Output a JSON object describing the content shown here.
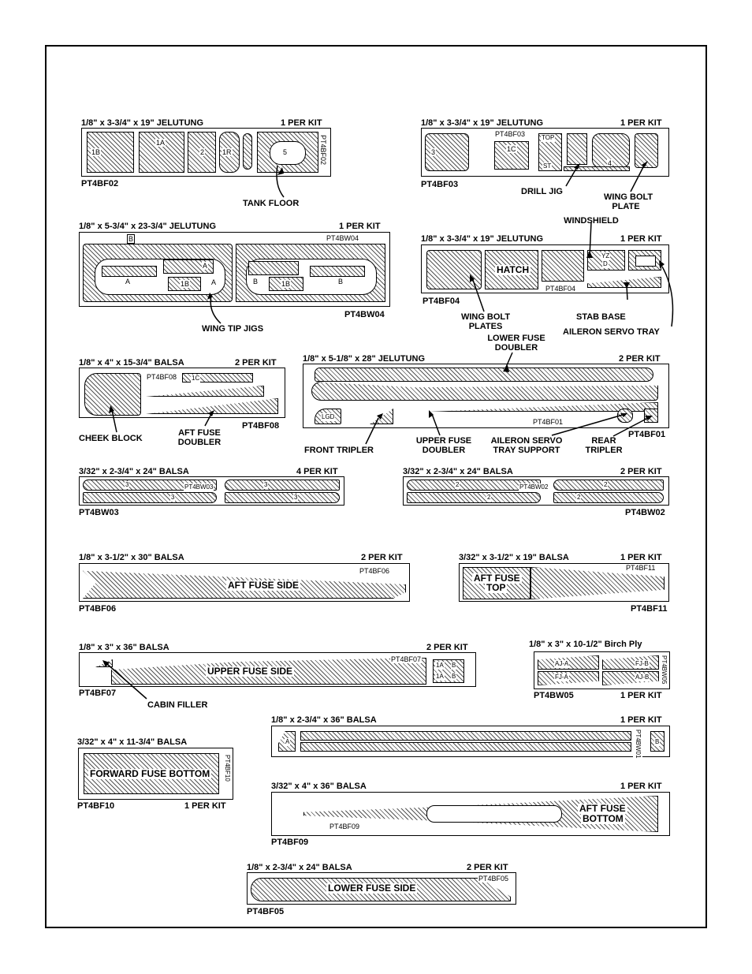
{
  "sheets": {
    "bf02": {
      "spec": "1/8\" x 3-3/4\" x 19\" JELUTUNG",
      "qty": "1 PER KIT",
      "code": "PT4BF02",
      "parts": [
        "1B",
        "1A",
        "2",
        "1R",
        "5"
      ]
    },
    "bf03": {
      "spec": "1/8\" x 3-3/4\" x 19\" JELUTUNG",
      "qty": "1 PER KIT",
      "code": "PT4BF03",
      "parts": [
        "3",
        "1C",
        "TOP",
        "ST",
        "4"
      ]
    },
    "bw04": {
      "spec": "1/8\" x 5-3/4\" x 23-3/4\" JELUTUNG",
      "qty": "1 PER KIT",
      "code": "PT4BW04",
      "parts": [
        "A",
        "A",
        "1B",
        "A",
        "B",
        "1B",
        "B",
        "B"
      ]
    },
    "bf04": {
      "spec": "1/8\" x 3-3/4\" x 19\" JELUTUNG",
      "qty": "1 PER KIT",
      "code": "PT4BF04",
      "hatch": "HATCH",
      "parts": [
        "YZ",
        "D"
      ]
    },
    "bf08": {
      "spec": "1/8\" x 4\" x 15-3/4\" BALSA",
      "qty": "2 PER KIT",
      "code": "PT4BF08",
      "parts": [
        "1C"
      ]
    },
    "bf01": {
      "spec": "1/8\" x 5-1/8\" x 28\" JELUTUNG",
      "qty": "2 PER KIT",
      "code": "PT4BF01",
      "parts": [
        "LGD"
      ]
    },
    "bw03": {
      "spec": "3/32\" x 2-3/4\" x 24\" BALSA",
      "qty": "4 PER KIT",
      "code": "PT4BW03",
      "parts": [
        "3",
        "3",
        "3",
        "3"
      ]
    },
    "bw02": {
      "spec": "3/32\" x 2-3/4\" x 24\" BALSA",
      "qty": "2 PER KIT",
      "code": "PT4BW02",
      "parts": [
        "2",
        "2",
        "2",
        "2"
      ]
    },
    "bf06": {
      "spec": "1/8\" x 3-1/2\" x 30\" BALSA",
      "qty": "2 PER KIT",
      "code": "PT4BF06",
      "part_label": "AFT FUSE SIDE"
    },
    "bf11": {
      "spec": "3/32\" x 3-1/2\" x 19\" BALSA",
      "qty": "1 PER KIT",
      "code": "PT4BF11",
      "part_label_1": "AFT FUSE",
      "part_label_2": "TOP"
    },
    "bf07": {
      "spec": "1/8\" x 3\" x 36\" BALSA",
      "qty": "2 PER KIT",
      "code": "PT4BF07",
      "part_label": "UPPER FUSE SIDE",
      "parts": [
        "1A",
        "B",
        "1A",
        "B"
      ]
    },
    "bw05": {
      "spec": "1/8\" x 3\" x 10-1/2\" Birch Ply",
      "qty": "1 PER KIT",
      "code": "PT4BW05",
      "parts": [
        "AJ-A",
        "FJ-A",
        "FJ-B",
        "AJ-B"
      ]
    },
    "bw01": {
      "spec": "1/8\" x 2-3/4\" x 36\" BALSA",
      "qty": "1 PER KIT",
      "code": "PT4BW01",
      "parts": [
        "A",
        "B"
      ]
    },
    "bf10": {
      "spec": "3/32\" x 4\" x 11-3/4\" BALSA",
      "qty": "1 PER KIT",
      "code": "PT4BF10",
      "part_label": "FORWARD FUSE BOTTOM"
    },
    "bf09": {
      "spec": "3/32\" x 4\" x 36\" BALSA",
      "qty": "1 PER KIT",
      "code": "PT4BF09",
      "part_label_1": "AFT FUSE",
      "part_label_2": "BOTTOM"
    },
    "bf05": {
      "spec": "1/8\" x 2-3/4\" x 24\" BALSA",
      "qty": "2 PER KIT",
      "code": "PT4BF05",
      "part_label": "LOWER FUSE SIDE"
    }
  },
  "callouts": {
    "tank_floor": "TANK FLOOR",
    "drill_jig": "DRILL JIG",
    "wing_bolt_plate_1": "WING BOLT",
    "wing_bolt_plate_2": "PLATE",
    "windshield": "WINDSHIELD",
    "wing_tip_jigs": "WING TIP JIGS",
    "wing_bolt_plates_1": "WING BOLT",
    "wing_bolt_plates_2": "PLATES",
    "stab_base": "STAB BASE",
    "aileron_servo_tray": "AILERON SERVO TRAY",
    "lower_fuse_doubler_1": "LOWER FUSE",
    "lower_fuse_doubler_2": "DOUBLER",
    "cheek_block": "CHEEK BLOCK",
    "aft_fuse_doubler_1": "AFT FUSE",
    "aft_fuse_doubler_2": "DOUBLER",
    "front_tripler": "FRONT TRIPLER",
    "upper_fuse_doubler_1": "UPPER FUSE",
    "upper_fuse_doubler_2": "DOUBLER",
    "aileron_servo_tray_support_1": "AILERON SERVO",
    "aileron_servo_tray_support_2": "TRAY SUPPORT",
    "rear_tripler_1": "REAR",
    "rear_tripler_2": "TRIPLER",
    "cabin_filler": "CABIN FILLER"
  }
}
